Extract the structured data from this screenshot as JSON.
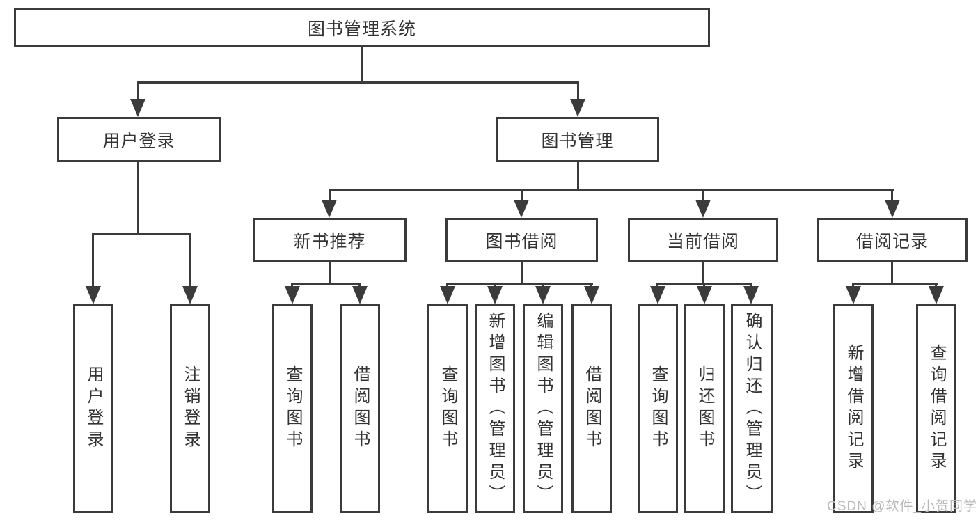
{
  "diagram": {
    "root": {
      "label": "图书管理系统"
    },
    "branches": [
      {
        "label": "用户登录",
        "children": [
          {
            "label": "用户登录"
          },
          {
            "label": "注销登录"
          }
        ]
      },
      {
        "label": "图书管理",
        "sections": [
          {
            "label": "新书推荐",
            "children": [
              {
                "label": "查询图书"
              },
              {
                "label": "借阅图书"
              }
            ]
          },
          {
            "label": "图书借阅",
            "children": [
              {
                "label": "查询图书"
              },
              {
                "label": "新增图书（管理员）"
              },
              {
                "label": "编辑图书（管理员）"
              },
              {
                "label": "借阅图书"
              }
            ]
          },
          {
            "label": "当前借阅",
            "children": [
              {
                "label": "查询图书"
              },
              {
                "label": "归还图书"
              },
              {
                "label": "确认归还（管理员）"
              }
            ]
          },
          {
            "label": "借阅记录",
            "children": [
              {
                "label": "新增借阅记录"
              },
              {
                "label": "查询借阅记录"
              }
            ]
          }
        ]
      }
    ]
  },
  "watermark": {
    "text": "CSDN @软件_小贺同学"
  },
  "colors": {
    "line": "#3b3b3b",
    "text": "#333333",
    "watermark": "#b9b9b9",
    "background": "#ffffff"
  }
}
